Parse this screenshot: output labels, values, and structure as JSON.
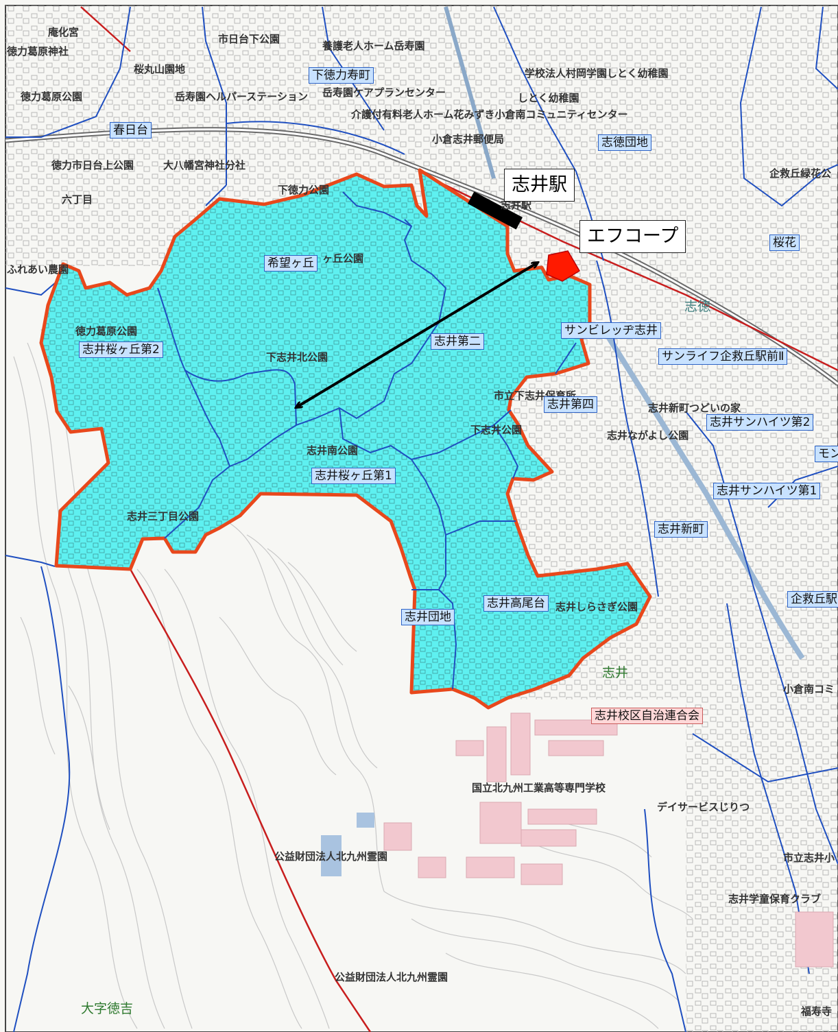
{
  "callouts": {
    "station": "志井駅",
    "coop": "エフコープ"
  },
  "districts": {
    "kasugadai": "春日台",
    "shimotokuriki_kotobuki": "下徳力寿町",
    "shitoku_danchi": "志徳団地",
    "sakurabana": "桜花",
    "kibougaoka": "希望ヶ丘",
    "shii_sakuragaoka_2": "志井桜ヶ丘第2",
    "shii_daini": "志井第二",
    "sanvillage_shii": "サンビレッヂ志井",
    "sanlife_kigoshi": "サンライフ企救丘駅前Ⅱ",
    "shii_daiyon": "志井第四",
    "shii_sunheights_2": "志井サンハイツ第2",
    "mon": "モン",
    "shii_sunheights_1": "志井サンハイツ第1",
    "shii_sakuragaoka_1": "志井桜ヶ丘第1",
    "shii_shinmachi": "志井新町",
    "kigoshigaoka": "企救丘駅",
    "shii_takaodai": "志井高尾台",
    "shii_danchi": "志井団地",
    "shii_jichi": "志井校区自治連合会"
  },
  "place_labels": {
    "p1": "市日台下公園",
    "p2": "養護老人ホーム岳寿園",
    "p3": "学校法人村岡学園しとく幼稚園",
    "p4": "岳寿園ヘルパーステーション",
    "p5": "岳寿園ケアプランセンター",
    "p6": "しとく幼稚園",
    "p7": "介護付有料老人ホーム花みずき小倉南コミュニティセンター",
    "p8": "小倉志井郵便局",
    "p9": "徳力市日台上公園",
    "p10": "大八幡宮神社分社",
    "p11": "下徳力公園",
    "p12": "志井駅",
    "p13": "企救丘緑花公",
    "p14": "ヶ丘公園",
    "p15": "ふれあい農園",
    "p16": "徳力葛原公園",
    "p17": "下志井北公園",
    "p18": "市立下志井保育所",
    "p19": "志井新町つどいの家",
    "p20": "下志井公園",
    "p21": "志井ながよし公園",
    "p22": "志井南公園",
    "p23": "志井三丁目公園",
    "p24": "志井しらさぎ公園",
    "p25": "小倉南コミ",
    "p26": "国立北九州工業高等専門学校",
    "p27": "デイサービスじりつ",
    "p28": "公益財団法人北九州霊園",
    "p29": "市立志井小",
    "p30": "志井学童保育クラブ",
    "p31": "公益財団法人北九州霊園",
    "p32": "福寿寺",
    "p33": "庵化宮",
    "p34": "桜丸山園地",
    "p35": "徳力葛原神社",
    "p36": "六丁目"
  },
  "area_labels": {
    "shitoku": "志徳",
    "shii": "志井",
    "oaza_tokuyoshi": "大字徳吉"
  },
  "colors": {
    "service_area_fill": "#5ef0f0",
    "service_area_border": "#e8481c",
    "district_boundary": "#1f4fc0",
    "city_boundary": "#c81e1e",
    "store_marker": "#ff1a00",
    "station_bar": "#000000",
    "district_label_bg": "#c8e2ff"
  }
}
